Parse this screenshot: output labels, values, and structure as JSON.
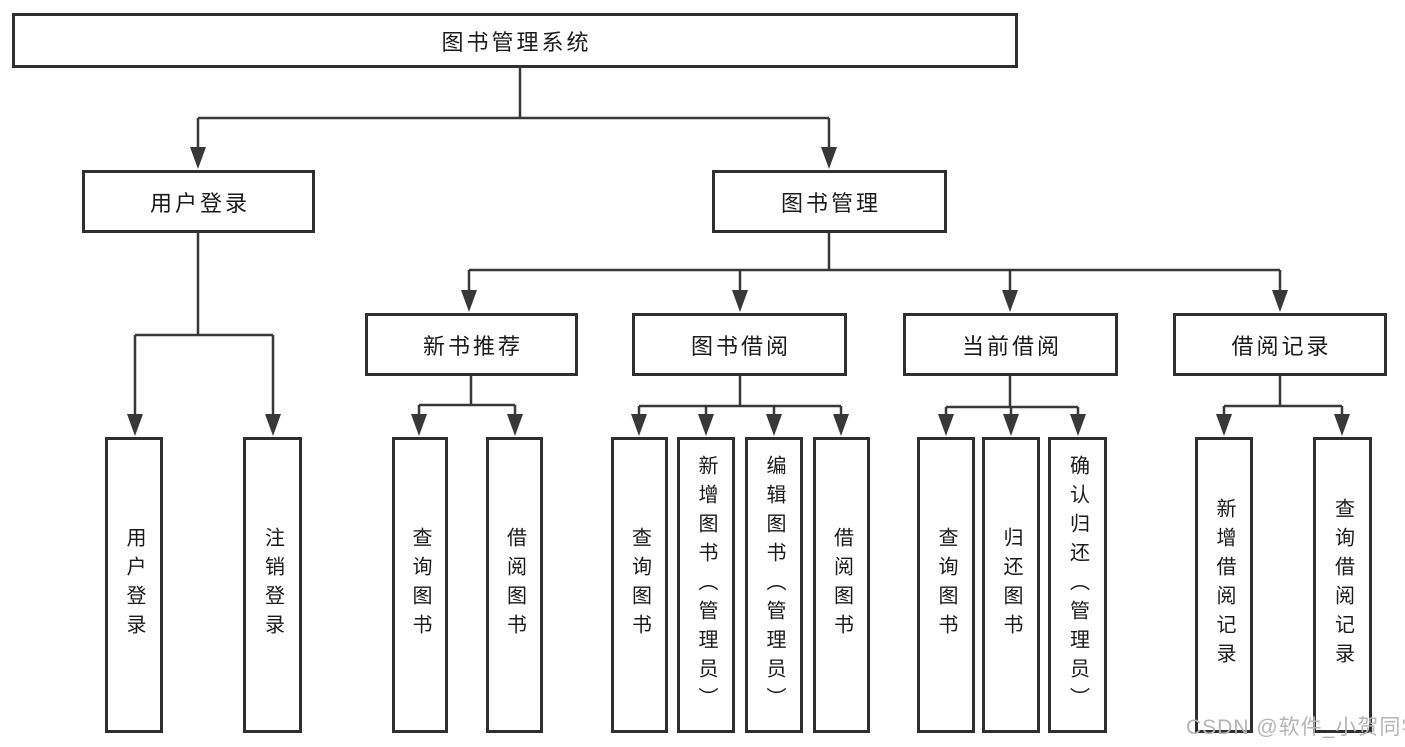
{
  "diagram": {
    "type": "hierarchy-tree",
    "root": {
      "id": "root",
      "label": "图书管理系统"
    },
    "level2": [
      {
        "id": "user-login",
        "label": "用户登录",
        "parent": "root"
      },
      {
        "id": "book-management",
        "label": "图书管理",
        "parent": "root"
      }
    ],
    "level3": [
      {
        "id": "new-book-recommend",
        "label": "新书推荐",
        "parent": "book-management"
      },
      {
        "id": "book-borrowing",
        "label": "图书借阅",
        "parent": "book-management"
      },
      {
        "id": "current-borrowing",
        "label": "当前借阅",
        "parent": "book-management"
      },
      {
        "id": "borrow-records",
        "label": "借阅记录",
        "parent": "book-management"
      }
    ],
    "leaves": [
      {
        "id": "leaf-user-login",
        "label": "用户登录",
        "parent": "user-login"
      },
      {
        "id": "leaf-logout",
        "label": "注销登录",
        "parent": "user-login"
      },
      {
        "id": "leaf-query-books-1",
        "label": "查询图书",
        "parent": "new-book-recommend"
      },
      {
        "id": "leaf-borrow-books-1",
        "label": "借阅图书",
        "parent": "new-book-recommend"
      },
      {
        "id": "leaf-query-books-2",
        "label": "查询图书",
        "parent": "book-borrowing"
      },
      {
        "id": "leaf-add-books-admin",
        "label": "新增图书（管理员）",
        "parent": "book-borrowing"
      },
      {
        "id": "leaf-edit-books-admin",
        "label": "编辑图书（管理员）",
        "parent": "book-borrowing"
      },
      {
        "id": "leaf-borrow-books-2",
        "label": "借阅图书",
        "parent": "book-borrowing"
      },
      {
        "id": "leaf-query-books-3",
        "label": "查询图书",
        "parent": "current-borrowing"
      },
      {
        "id": "leaf-return-books",
        "label": "归还图书",
        "parent": "current-borrowing"
      },
      {
        "id": "leaf-confirm-return-admin",
        "label": "确认归还（管理员）",
        "parent": "current-borrowing"
      },
      {
        "id": "leaf-add-borrow-record",
        "label": "新增借阅记录",
        "parent": "borrow-records"
      },
      {
        "id": "leaf-query-borrow-record",
        "label": "查询借阅记录",
        "parent": "borrow-records"
      }
    ]
  },
  "watermark": {
    "text": "CSDN @软件_小贺同学",
    "color": "#b5b5b5"
  },
  "colors": {
    "line": "#383838",
    "box_border": "#2f2f2f",
    "box_background": "#ffffff",
    "text": "#1a1a1a",
    "page_background": "#ffffff"
  }
}
